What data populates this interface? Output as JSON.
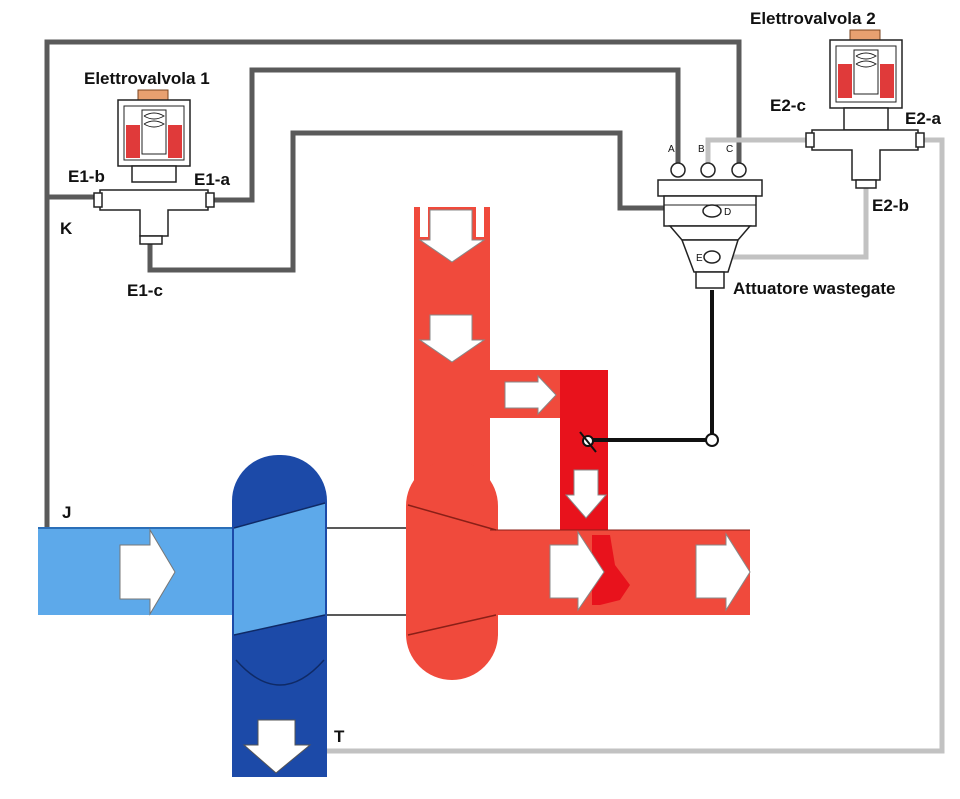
{
  "labels": {
    "valve1": "Elettrovalvola 1",
    "valve2": "Elettrovalvola 2",
    "e1a": "E1-a",
    "e1b": "E1-b",
    "e1c": "E1-c",
    "e2a": "E2-a",
    "e2b": "E2-b",
    "e2c": "E2-c",
    "actuator": "Attuatore wastegate",
    "port_a": "A",
    "port_b": "B",
    "port_c": "C",
    "port_d": "D",
    "port_e": "E",
    "node_k": "K",
    "node_j": "J",
    "node_t": "T"
  },
  "colors": {
    "hose_dark": "#5a5a5a",
    "hose_light": "#c2c2c2",
    "intake_light": "#5da9ea",
    "compressor_dark": "#1c4aa8",
    "exhaust_red": "#f04a3c",
    "wastegate_red": "#e8121c",
    "valve_coil": "#e03a3a",
    "valve_cap": "#e8a070",
    "linkage": "#111111"
  }
}
